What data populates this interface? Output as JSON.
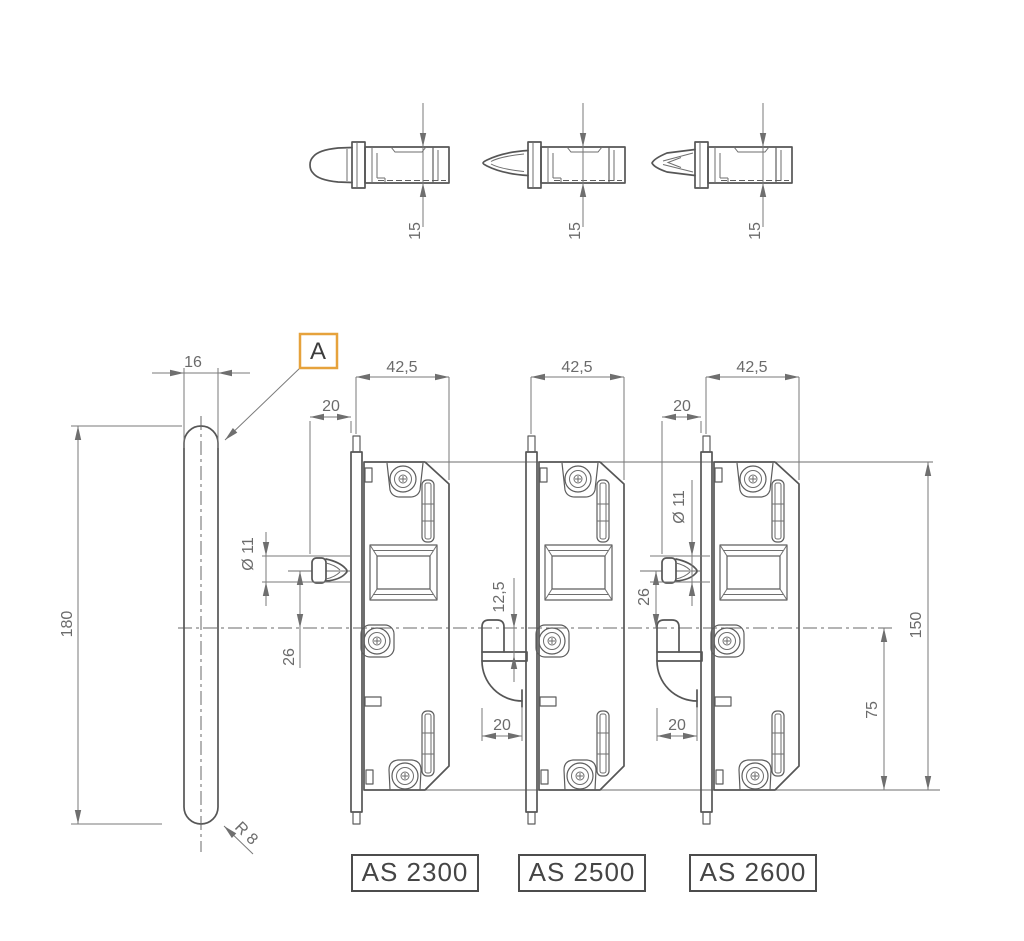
{
  "drawing_type": "technical lock drawing",
  "top_views": [
    {
      "name": "round-nose latch bolt side view",
      "dim": "15"
    },
    {
      "name": "taper-nose latch bolt side view",
      "dim": "15"
    },
    {
      "name": "split-nose latch bolt side view",
      "dim": "15"
    }
  ],
  "faceplate": {
    "width": "16",
    "height": "180",
    "corner_radius": "R 8",
    "detail_label": "A"
  },
  "locks": [
    {
      "label": "AS 2300",
      "width": "42,5",
      "backset": "20",
      "bolt_diameter": "Ø 11",
      "bolt_to_center": "26"
    },
    {
      "label": "AS 2500",
      "width": "42,5",
      "hook_offset": "12,5",
      "hook_depth": "20"
    },
    {
      "label": "AS 2600",
      "width": "42,5",
      "backset": "20",
      "bolt_diameter": "Ø 11",
      "bolt_to_center": "26",
      "hook_depth": "20"
    }
  ],
  "vertical_dims": {
    "overall": "150",
    "to_center": "75"
  },
  "colors": {
    "line": "#565656",
    "dimension": "#7a7a7a",
    "dim_text": "#6b6b6b",
    "detail_accent": "#e6a23c",
    "label_text": "#454545",
    "background": "#ffffff"
  }
}
